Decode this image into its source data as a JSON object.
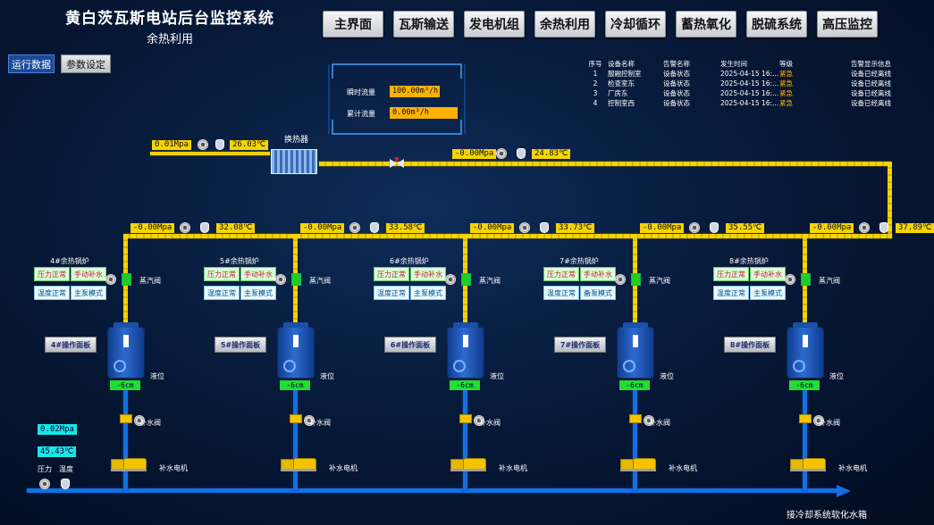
{
  "header": {
    "title": "黄白茨瓦斯电站后台监控系统",
    "subtitle": "余热利用"
  },
  "nav": [
    "主界面",
    "瓦斯输送",
    "发电机组",
    "余热利用",
    "冷却循环",
    "蓄热氧化",
    "脱硫系统",
    "高压监控"
  ],
  "subnav": {
    "run_data": "运行数据",
    "params": "参数设定"
  },
  "alarm": {
    "headers": [
      "序号",
      "设备名称",
      "告警名称",
      "发生时间",
      "等级",
      "告警显示信息"
    ],
    "rows": [
      [
        "1",
        "服融控制室",
        "设备状态",
        "2025-04-15 16:...",
        "紧急",
        "设备已经离线"
      ],
      [
        "2",
        "检查室东",
        "设备状态",
        "2025-04-15 16:...",
        "紧急",
        "设备已经离线"
      ],
      [
        "3",
        "厂房东",
        "设备状态",
        "2025-04-15 16:...",
        "紧急",
        "设备已经离线"
      ],
      [
        "4",
        "控制室西",
        "设备状态",
        "2025-04-15 16:...",
        "紧急",
        "设备已经离线"
      ]
    ]
  },
  "flow": {
    "instant_label": "瞬时流量",
    "instant_value": "100.00m³/h",
    "total_label": "累计流量",
    "total_value": "0.00m³/h"
  },
  "heat_exchanger": {
    "label": "换热器",
    "in_pressure": "0.01Mpa",
    "in_temp": "26.03℃",
    "out_pressure": "-0.00Mpa",
    "out_temp": "24.83℃"
  },
  "boilers": [
    {
      "name": "4#余热锅炉",
      "pressure": "-0.00Mpa",
      "temp": "32.08℃",
      "s1": "压力正常",
      "s2": "手动补水",
      "s3": "温度正常",
      "s4": "主泵模式",
      "panel": "4#操作面板",
      "level": "-6cm"
    },
    {
      "name": "5#余热锅炉",
      "pressure": "-0.00Mpa",
      "temp": "33.58℃",
      "s1": "压力正常",
      "s2": "手动补水",
      "s3": "温度正常",
      "s4": "主泵模式",
      "panel": "5#操作面板",
      "level": "-6cm"
    },
    {
      "name": "6#余热锅炉",
      "pressure": "-0.00Mpa",
      "temp": "33.73℃",
      "s1": "压力正常",
      "s2": "手动补水",
      "s3": "温度正常",
      "s4": "主泵模式",
      "panel": "6#操作面板",
      "level": "-6cm"
    },
    {
      "name": "7#余热锅炉",
      "pressure": "-0.00Mpa",
      "temp": "35.55℃",
      "s1": "压力正常",
      "s2": "手动补水",
      "s3": "温度正常",
      "s4": "备泵模式",
      "panel": "7#操作面板",
      "level": "-6cm"
    },
    {
      "name": "8#余热锅炉",
      "pressure": "-0.00Mpa",
      "temp": "37.89℃",
      "s1": "压力正常",
      "s2": "手动补水",
      "s3": "温度正常",
      "s4": "主泵模式",
      "panel": "8#操作面板",
      "level": "-6cm"
    }
  ],
  "labels": {
    "steam_valve": "蒸汽阀",
    "level": "液位",
    "feed_valve": "补水阀",
    "feed_motor": "补水电机",
    "pressure": "压力",
    "temperature": "温度",
    "outlet": "接冷却系统软化水箱"
  },
  "inlet": {
    "pressure": "0.02Mpa",
    "temp": "45.43℃"
  }
}
